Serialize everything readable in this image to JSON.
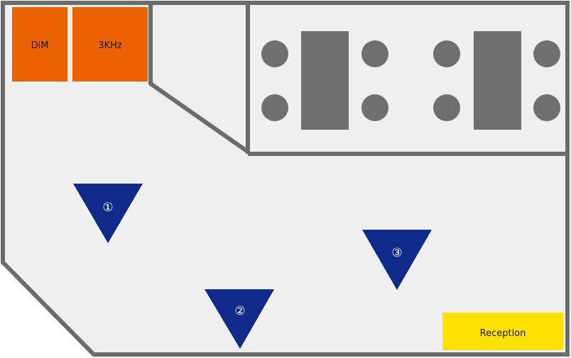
{
  "colors": {
    "wall": "#6b6b6b",
    "floor": "#efefef",
    "equipment": "#ea6200",
    "seat": "#6f6f6f",
    "table": "#6f6f6f",
    "marker": "#102a8a",
    "reception": "#ffe100"
  },
  "equipment": [
    {
      "label": "DiM"
    },
    {
      "label": "3KHz"
    }
  ],
  "markers": [
    {
      "label": "①"
    },
    {
      "label": "②"
    },
    {
      "label": "③"
    }
  ],
  "reception": {
    "label": "Reception"
  }
}
